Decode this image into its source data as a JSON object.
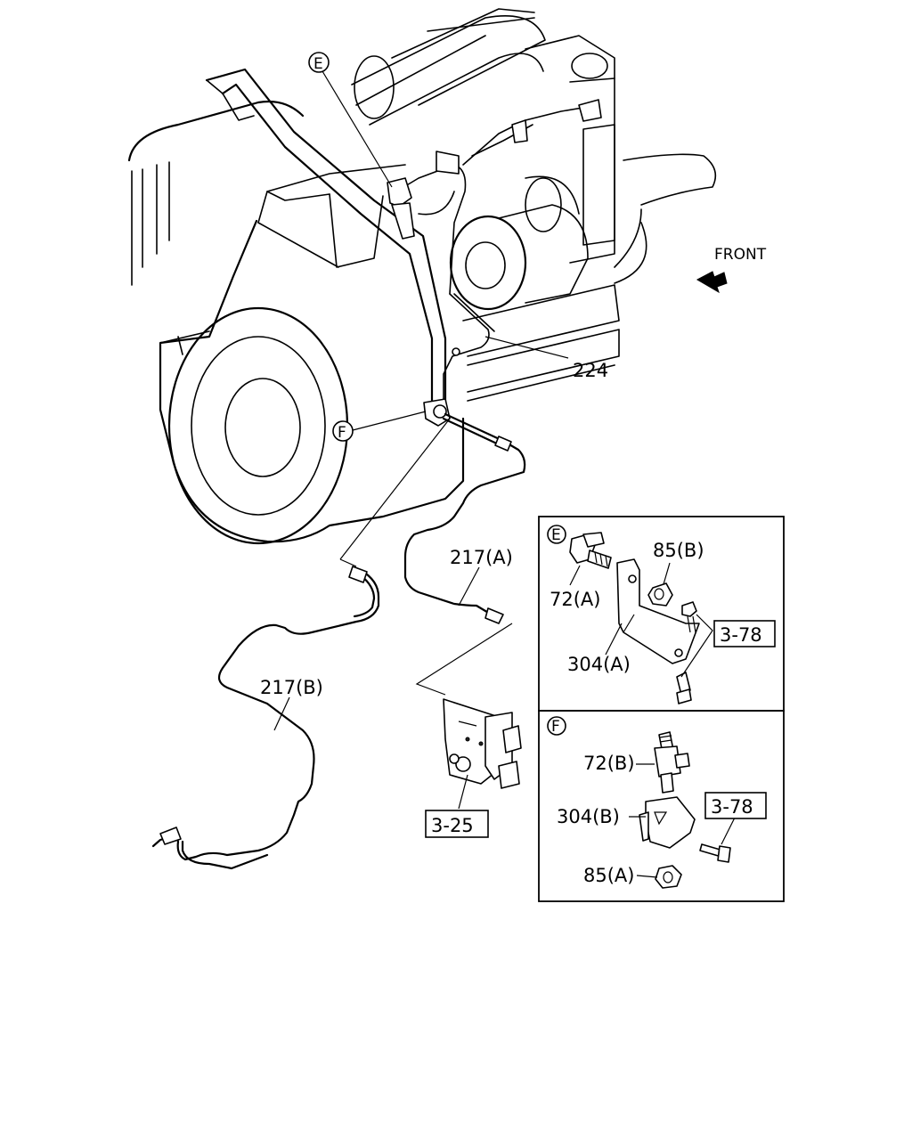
{
  "labels": {
    "front": "FRONT",
    "part_224": "224",
    "part_217a": "217(A)",
    "part_217b": "217(B)",
    "ref_325": "3-25",
    "callout_e": "E",
    "callout_f": "F"
  },
  "detail_e": {
    "marker": "E",
    "part_85b": "85(B)",
    "part_72a": "72(A)",
    "part_304a": "304(A)",
    "ref": "3-78"
  },
  "detail_f": {
    "marker": "F",
    "part_72b": "72(B)",
    "part_304b": "304(B)",
    "part_85a": "85(A)",
    "ref": "3-78"
  }
}
